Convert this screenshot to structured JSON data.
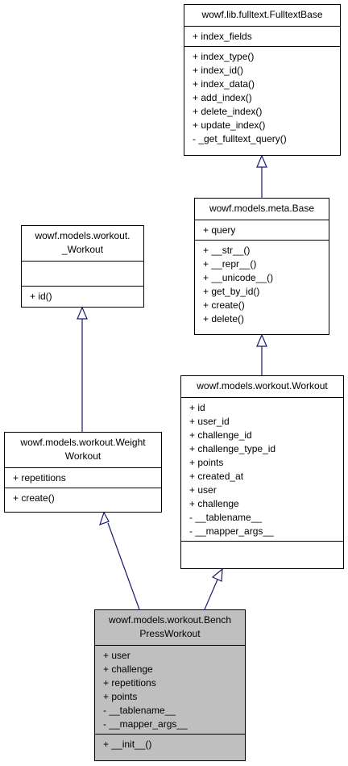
{
  "classes": {
    "fulltext_base": {
      "title": [
        "wowf.lib.fulltext.FulltextBase"
      ],
      "attributes": [
        "+ index_fields"
      ],
      "methods": [
        "+ index_type()",
        "+ index_id()",
        "+ index_data()",
        "+ add_index()",
        "+ delete_index()",
        "+ update_index()",
        "- _get_fulltext_query()"
      ]
    },
    "meta_base": {
      "title": [
        "wowf.models.meta.Base"
      ],
      "attributes": [
        "+ query"
      ],
      "methods": [
        "+ __str__()",
        "+ __repr__()",
        "+ __unicode__()",
        "+ get_by_id()",
        "+ create()",
        "+ delete()"
      ]
    },
    "underscore_workout": {
      "title": [
        "wowf.models.workout.",
        "_Workout"
      ],
      "attributes": [],
      "methods": [
        "+ id()"
      ]
    },
    "workout": {
      "title": [
        "wowf.models.workout.Workout"
      ],
      "attributes": [
        "+ id",
        "+ user_id",
        "+ challenge_id",
        "+ challenge_type_id",
        "+ points",
        "+ created_at",
        "+ user",
        "+ challenge",
        "- __tablename__",
        "- __mapper_args__"
      ],
      "methods": []
    },
    "weight_workout": {
      "title": [
        "wowf.models.workout.Weight",
        "Workout"
      ],
      "attributes": [
        "+ repetitions"
      ],
      "methods": [
        "+ create()"
      ]
    },
    "bench_press_workout": {
      "title": [
        "wowf.models.workout.Bench",
        "PressWorkout"
      ],
      "attributes": [
        "+ user",
        "+ challenge",
        "+ repetitions",
        "+ points",
        "- __tablename__",
        "- __mapper_args__"
      ],
      "methods": [
        "+ __init__()"
      ]
    }
  },
  "colors": {
    "edge": "#191970",
    "highlight_fill": "#bfbfbf",
    "border": "#000000"
  }
}
